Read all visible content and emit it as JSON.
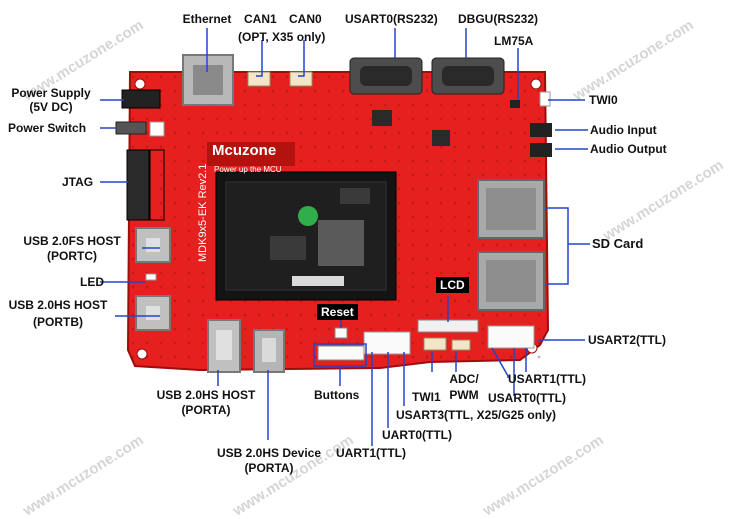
{
  "board": {
    "logo": "Mcuzone",
    "tagline": "Power up the MCU",
    "model": "MDK9x5-EK Rev2.1"
  },
  "labels": {
    "ethernet": "Ethernet",
    "can1": "CAN1",
    "can0": "CAN0",
    "can_note": "(OPT, X35 only)",
    "usart0_rs232": "USART0(RS232)",
    "dbgu_rs232": "DBGU(RS232)",
    "lm75a": "LM75A",
    "twi0": "TWI0",
    "audio_input": "Audio Input",
    "audio_output": "Audio Output",
    "power_supply_1": "Power Supply",
    "power_supply_2": "(5V DC)",
    "power_switch": "Power Switch",
    "jtag": "JTAG",
    "usb_fs_host_1": "USB 2.0FS HOST",
    "usb_fs_host_2": "(PORTC)",
    "led": "LED",
    "usb_hs_host_b_1": "USB 2.0HS HOST",
    "usb_hs_host_b_2": "(PORTB)",
    "sd_card": "SD Card",
    "lcd": "LCD",
    "reset": "Reset",
    "usart2_ttl": "USART2(TTL)",
    "usart1_ttl": "USART1(TTL)",
    "usart0_ttl": "USART0(TTL)",
    "adc_pwm_1": "ADC/",
    "adc_pwm_2": "PWM",
    "twi1": "TWI1",
    "usart3_ttl": "USART3(TTL, X25/G25 only)",
    "uart0_ttl": "UART0(TTL)",
    "uart1_ttl": "UART1(TTL)",
    "usb_hs_host_a_1": "USB 2.0HS HOST",
    "usb_hs_host_a_2": "(PORTA)",
    "buttons": "Buttons",
    "usb_hs_device_1": "USB 2.0HS Device",
    "usb_hs_device_2": "(PORTA)"
  },
  "watermark": "www.mcuzone.com",
  "colors": {
    "pcb": "#e5201f",
    "pcb_dark": "#b3120f",
    "leader": "#2445c8",
    "module": "#141414"
  }
}
